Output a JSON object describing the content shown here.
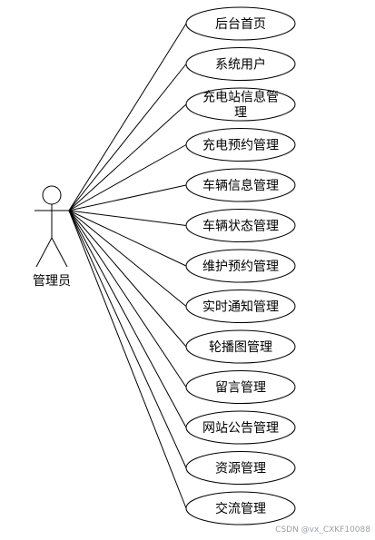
{
  "actor": {
    "label": "管理员"
  },
  "use_cases": [
    {
      "lines": [
        "后台首页"
      ]
    },
    {
      "lines": [
        "系统用户"
      ]
    },
    {
      "lines": [
        "充电站信息管",
        "理"
      ]
    },
    {
      "lines": [
        "充电预约管理"
      ]
    },
    {
      "lines": [
        "车辆信息管理"
      ]
    },
    {
      "lines": [
        "车辆状态管理"
      ]
    },
    {
      "lines": [
        "维护预约管理"
      ]
    },
    {
      "lines": [
        "实时通知管理"
      ]
    },
    {
      "lines": [
        "轮播图管理"
      ]
    },
    {
      "lines": [
        "留言管理"
      ]
    },
    {
      "lines": [
        "网站公告管理"
      ]
    },
    {
      "lines": [
        "资源管理"
      ]
    },
    {
      "lines": [
        "交流管理"
      ]
    }
  ],
  "watermark": "CSDN @vx_CXKF10088"
}
